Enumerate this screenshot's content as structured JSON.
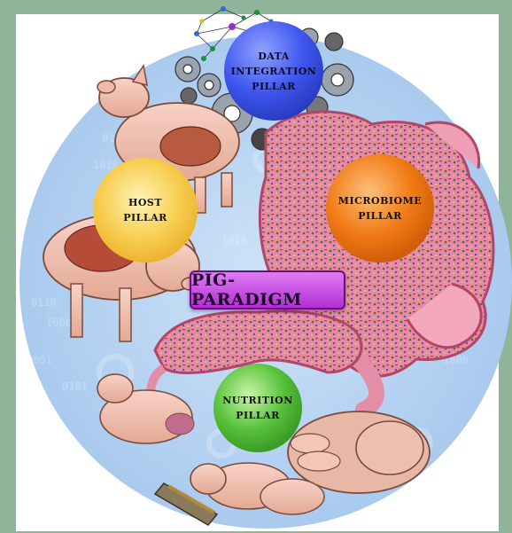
{
  "diagram": {
    "pillars": {
      "data": {
        "lines": [
          "DATA",
          "INTEGRATION",
          "PILLAR"
        ],
        "color": "#3a4fe6"
      },
      "host": {
        "lines": [
          "HOST",
          "PILLAR"
        ],
        "color": "#f2c23a"
      },
      "microbiome": {
        "lines": [
          "MICROBIOME",
          "PILLAR"
        ],
        "color": "#e86f0e"
      },
      "nutrition": {
        "lines": [
          "NUTRITION",
          "PILLAR"
        ],
        "color": "#4ab52e"
      }
    },
    "center_label": "PIG-PARADIGM",
    "center_color": "#c44ce0",
    "background_color": "#b7d4f2"
  }
}
